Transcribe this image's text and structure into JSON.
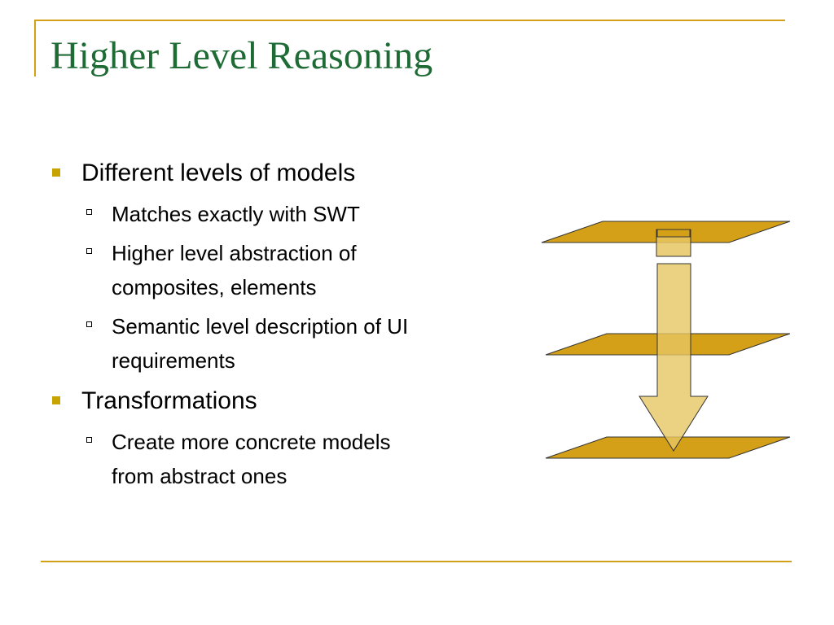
{
  "slide": {
    "title": "Higher Level Reasoning",
    "bullets": [
      {
        "text": "Different levels of models",
        "sub": [
          {
            "line1": "Matches exactly with SWT",
            "line2": ""
          },
          {
            "line1": "Higher level abstraction of",
            "line2": "composites, elements"
          },
          {
            "line1": "Semantic level description of UI",
            "line2": "requirements"
          }
        ]
      },
      {
        "text": "Transformations",
        "sub": [
          {
            "line1": "Create more concrete models",
            "line2": "from abstract ones"
          }
        ]
      }
    ]
  },
  "diagram": {
    "plane_color": "#d4a017",
    "arrow_color": "#e6c563",
    "icons": [
      "square-bullet-icon",
      "checkbox-bullet-icon"
    ]
  }
}
